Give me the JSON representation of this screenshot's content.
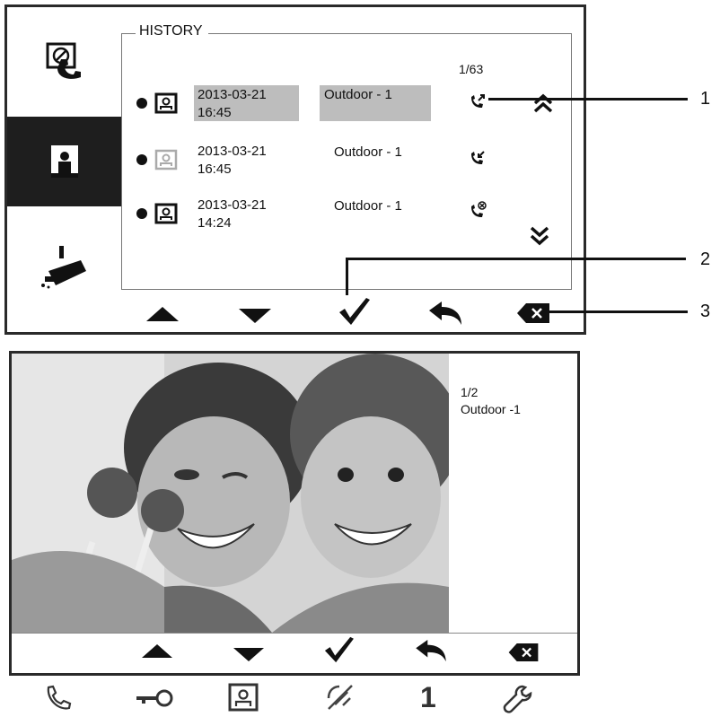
{
  "history": {
    "title": "HISTORY",
    "page_indicator": "1/63",
    "rows": [
      {
        "date": "2013-03-21",
        "time": "16:45",
        "source": "Outdoor - 1",
        "call_icon": "outgoing-call-icon",
        "selected": true,
        "has_image": true
      },
      {
        "date": "2013-03-21",
        "time": "16:45",
        "source": "Outdoor - 1",
        "call_icon": "incoming-call-icon",
        "selected": false,
        "has_image": false
      },
      {
        "date": "2013-03-21",
        "time": "14:24",
        "source": "Outdoor - 1",
        "call_icon": "missed-call-icon",
        "selected": false,
        "has_image": true
      }
    ],
    "sidebar": [
      "history-phone-icon",
      "image-record-icon",
      "camera-icon"
    ],
    "toolbar": [
      "up-arrow-icon",
      "down-arrow-icon",
      "confirm-check-icon",
      "back-icon",
      "delete-icon"
    ]
  },
  "callouts": {
    "c1": "1",
    "c2": "2",
    "c3": "3"
  },
  "viewer": {
    "page_indicator": "1/2",
    "source": "Outdoor -1",
    "image_description_icon": "photo-image",
    "toolbar": [
      "up-arrow-icon",
      "down-arrow-icon",
      "confirm-check-icon",
      "back-icon",
      "delete-icon"
    ]
  },
  "bottom_bar": {
    "icons": [
      "phone-icon",
      "key-icon",
      "image-record-icon",
      "mute-icon",
      "number-one",
      "wrench-icon"
    ],
    "number_label": "1"
  },
  "colors": {
    "highlight": "#bdbdbd",
    "sidebar_active": "#1e1e1e",
    "frame": "#2a2a2a"
  }
}
